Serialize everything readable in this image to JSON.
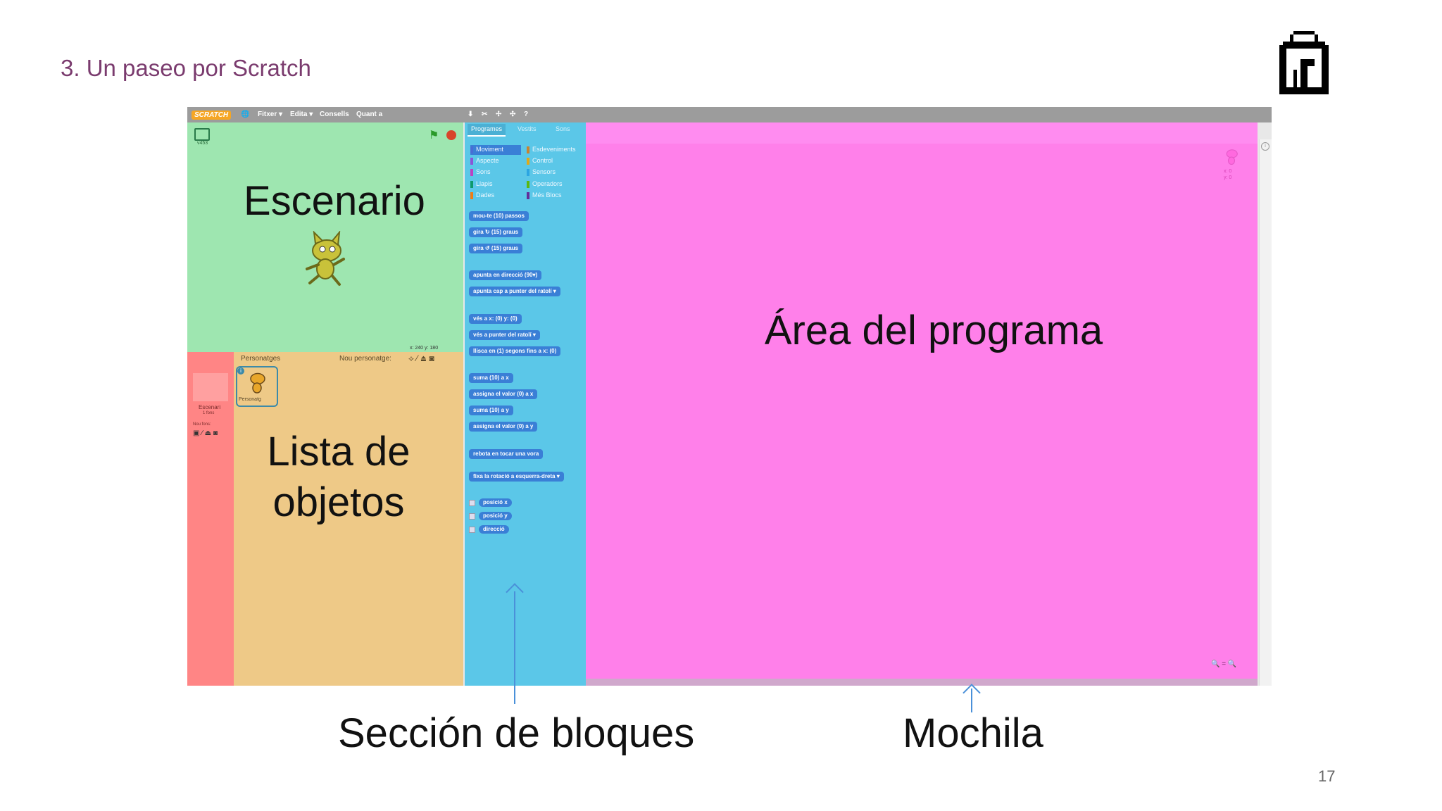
{
  "slide": {
    "title": "3. Un paseo por Scratch",
    "page_number": "17"
  },
  "menubar": {
    "logo": "SCRATCH",
    "items": [
      "Fitxer ▾",
      "Edita ▾",
      "Consells",
      "Quant a"
    ]
  },
  "stage": {
    "label": "Escenario",
    "version": "v453",
    "coords": "x: 240  y: 180"
  },
  "sprites": {
    "label": "Lista de objetos",
    "header": "Personatges",
    "new_sprite": "Nou personatge:",
    "sprite_name": "Personatg",
    "stage_name": "Escenari",
    "stage_bg_count": "1 fons",
    "new_bg": "Nou fons:"
  },
  "blocks": {
    "tabs": [
      "Programes",
      "Vestits",
      "Sons"
    ],
    "categories_left": [
      "Moviment",
      "Aspecte",
      "Sons",
      "Llapis",
      "Dades"
    ],
    "categories_right": [
      "Esdeveniments",
      "Control",
      "Sensors",
      "Operadors",
      "Més Blocs"
    ],
    "category_colors": {
      "Moviment": "#4a6cd4",
      "Aspecte": "#8a55d7",
      "Sons": "#bb42c3",
      "Llapis": "#0e9a6c",
      "Dades": "#ee7d16",
      "Esdeveniments": "#c88330",
      "Control": "#e1a91a",
      "Sensors": "#2ca5e2",
      "Operadors": "#5cb712",
      "Més Blocs": "#632d99"
    },
    "items": [
      "mou-te (10) passos",
      "gira ↻ (15) graus",
      "gira ↺ (15) graus",
      "apunta en direcció (90▾)",
      "apunta cap a  punter del ratolí ▾",
      "vés a x: (0) y: (0)",
      "vés a  punter del ratolí ▾",
      "llisca en (1) segons fins a x: (0)",
      "suma (10) a x",
      "assigna el valor (0) a x",
      "suma (10) a y",
      "assigna el valor (0) a y",
      "rebota en tocar una vora",
      "fixa la rotació a  esquerra-dreta ▾"
    ],
    "reporters": [
      "posició x",
      "posició y",
      "direcció"
    ]
  },
  "program_area": {
    "label": "Área del programa",
    "sprite_x": "x: 0",
    "sprite_y": "y: 0",
    "zoom": "🔍 = 🔍"
  },
  "annotations": {
    "blocks_section": "Sección de bloques",
    "backpack": "Mochila"
  },
  "colors": {
    "stage": "#9ee6b0",
    "sprites": "#eec987",
    "stage_list": "#ff8585",
    "blocks": "#5bc7e8",
    "program": "#ff80ea",
    "title": "#7a3b6e"
  }
}
